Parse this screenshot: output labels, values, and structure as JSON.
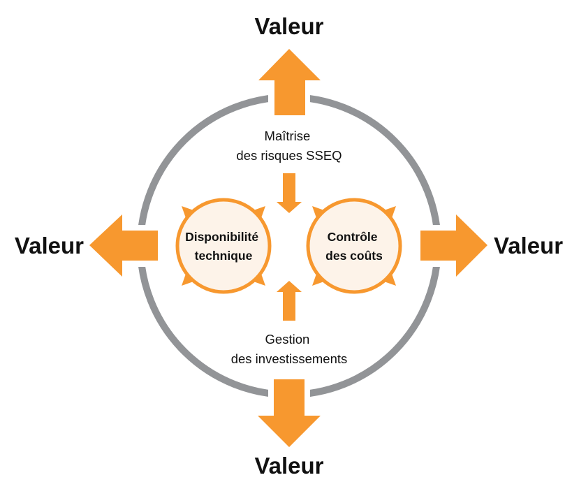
{
  "values": {
    "top": "Valeur",
    "left": "Valeur",
    "right": "Valeur",
    "bottom": "Valeur"
  },
  "risk": {
    "line1": "Maîtrise",
    "line2": "des risques SSEQ"
  },
  "investment": {
    "line1": "Gestion",
    "line2": "des investissements"
  },
  "availability": {
    "line1": "Disponibilité",
    "line2": "technique"
  },
  "costs": {
    "line1": "Contrôle",
    "line2": "des coûts"
  },
  "colors": {
    "accent": "#F7982F",
    "ring": "#929497",
    "circle_fill": "#FDF3E9",
    "text": "#111111"
  }
}
